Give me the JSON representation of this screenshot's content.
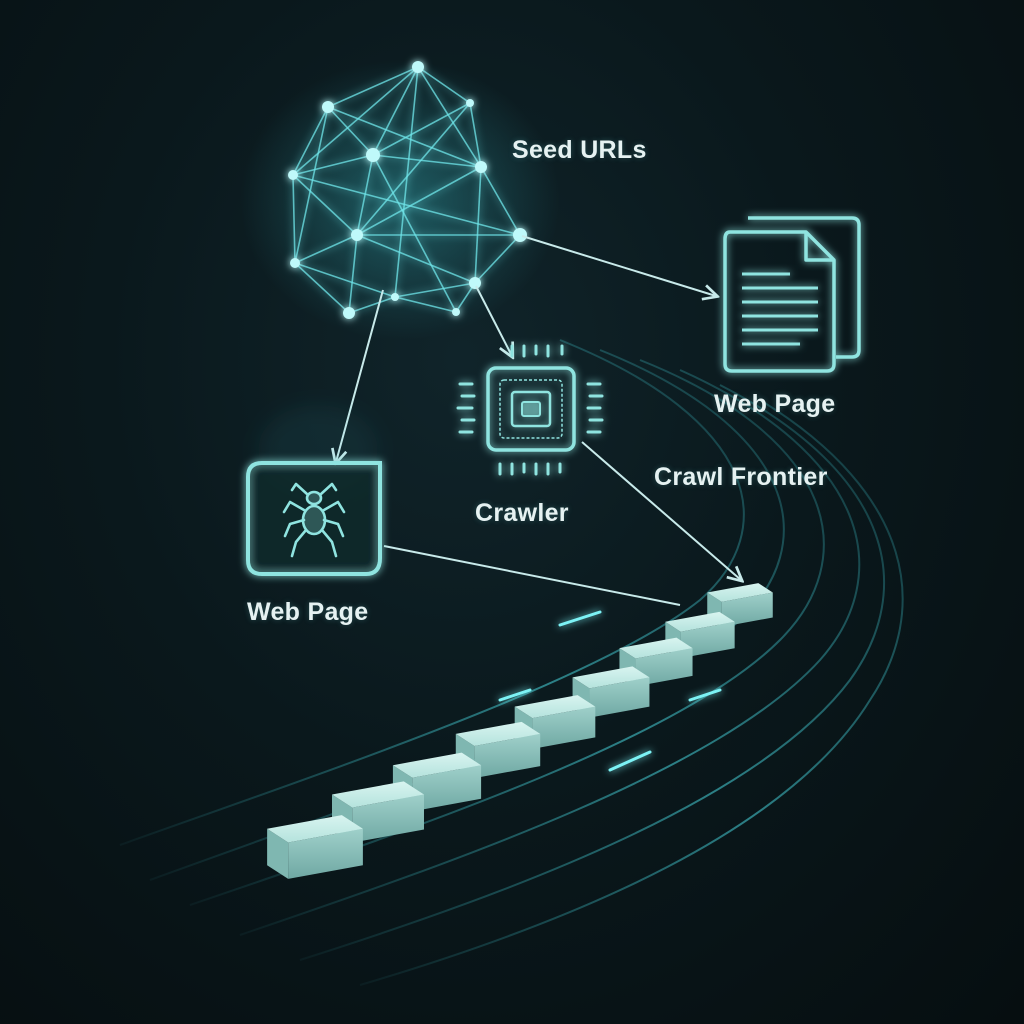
{
  "labels": {
    "seed_urls": "Seed URLs",
    "web_page_right": "Web Page",
    "crawl_frontier": "Crawl Frontier",
    "crawler": "Crawler",
    "web_page_left": "Web Page"
  },
  "icons": {
    "seed": "network-graph-icon",
    "document": "document-stack-icon",
    "crawler": "cpu-chip-icon",
    "web_page": "spider-icon",
    "queue": "url-queue-blocks"
  },
  "colors": {
    "background": "#071114",
    "accent": "#5fe3e8",
    "line": "#a8dede",
    "block": "#a6d8d4",
    "text": "#e6f2f2"
  }
}
